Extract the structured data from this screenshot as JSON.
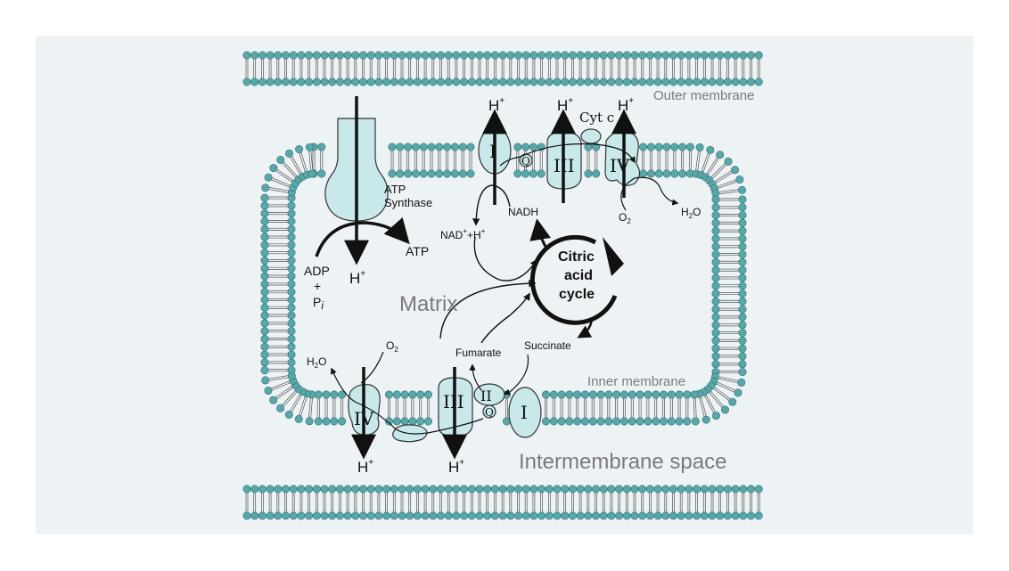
{
  "labels": {
    "outer_membrane": "Outer membrane",
    "inner_membrane": "Inner membrane",
    "matrix": "Matrix",
    "intermembrane_space": "Intermembrane space",
    "atp_synthase_line1": "ATP",
    "atp_synthase_line2": "Synthase",
    "atp": "ATP",
    "adp": "ADP",
    "plus": "+",
    "p": "P",
    "p_sub": "i",
    "h": "H",
    "h_sup": "+",
    "nadh": "NADH",
    "nad": "NAD",
    "nad_rest": "+H",
    "citric1": "Citric",
    "citric2": "acid",
    "citric3": "cycle",
    "fumarate": "Fumarate",
    "succinate": "Succinate",
    "cyt_c": "Cyt c",
    "o2_o": "O",
    "o2_sub": "2",
    "h2o_h": "H",
    "h2o_sub": "2",
    "h2o_o": "O",
    "q": "Q"
  },
  "complexes": {
    "top": [
      "I",
      "III",
      "IV"
    ],
    "bottom": [
      "IV",
      "III",
      "II",
      "I"
    ]
  },
  "colors": {
    "background": "#edf2f4",
    "protein_fill": "#c8e8ea",
    "lipid_head": "#58a8aa",
    "outline": "#333333",
    "grey_text": "#7a7a7a"
  }
}
